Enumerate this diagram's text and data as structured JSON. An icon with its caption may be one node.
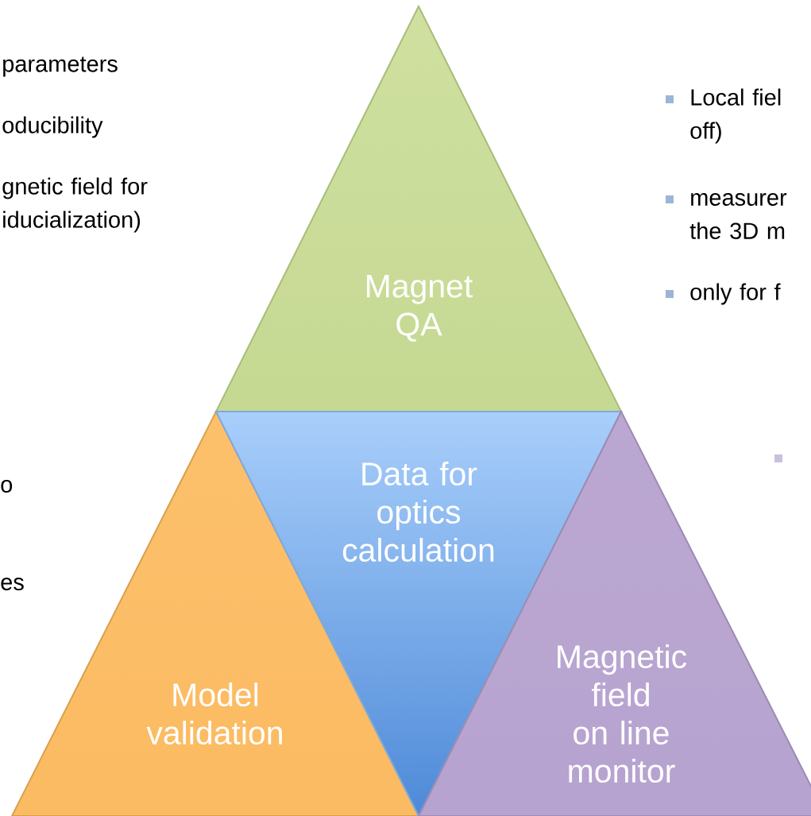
{
  "diagram": {
    "nodes": [
      {
        "text": [
          "Magnet QA"
        ]
      },
      {
        "text": [
          "Model validation"
        ]
      },
      {
        "text": [
          "Data for optics calculation"
        ]
      },
      {
        "text": [
          "Magnetic field on line monitor"
        ]
      }
    ],
    "labels": [
      "parameters",
      "Local fiel off)",
      "oducibility",
      "gnetic field for iducialization)",
      "measurer the 3D m",
      "only for f",
      "o",
      "es"
    ]
  }
}
